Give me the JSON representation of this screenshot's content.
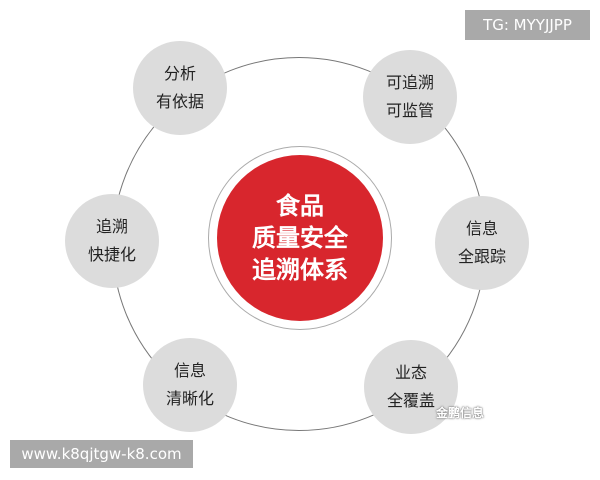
{
  "center": {
    "lines": [
      "食品",
      "质量安全",
      "追溯体系"
    ]
  },
  "satellites": [
    {
      "lines": [
        "分析",
        "有依据"
      ]
    },
    {
      "lines": [
        "可追溯",
        "可监管"
      ]
    },
    {
      "lines": [
        "追溯",
        "快捷化"
      ]
    },
    {
      "lines": [
        "信息",
        "全跟踪"
      ]
    },
    {
      "lines": [
        "信息",
        "清晰化"
      ]
    },
    {
      "lines": [
        "业态",
        "全覆盖"
      ]
    }
  ],
  "watermark": "金鹏信息",
  "top_tag": "TG: MYYJJPP",
  "bottom_tag": "www.k8qjtgw-k8.com",
  "colors": {
    "center": "#d8262d",
    "satellite": "#dcdcdc",
    "ring": "#777777"
  }
}
